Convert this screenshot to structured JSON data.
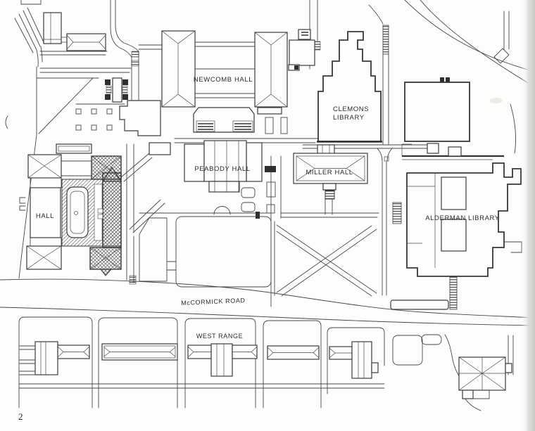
{
  "page": {
    "number": "2",
    "ink_color": "#3c3c3c",
    "paper_color": "#fdfdfc",
    "page_edge_color": "#c9c9c6"
  },
  "map": {
    "labels": {
      "newcomb_hall": "NEWCOMB HALL",
      "clemons_library_line1": "CLEMONS",
      "clemons_library_line2": "LIBRARY",
      "peabody_hall": "PEABODY HALL",
      "miller_hall": "MILLER HALL",
      "alderman_library": "ALDERMAN LIBRARY",
      "hall_partial": "HALL",
      "mccormick_road": "McCORMICK ROAD",
      "west_range": "WEST RANGE"
    }
  }
}
